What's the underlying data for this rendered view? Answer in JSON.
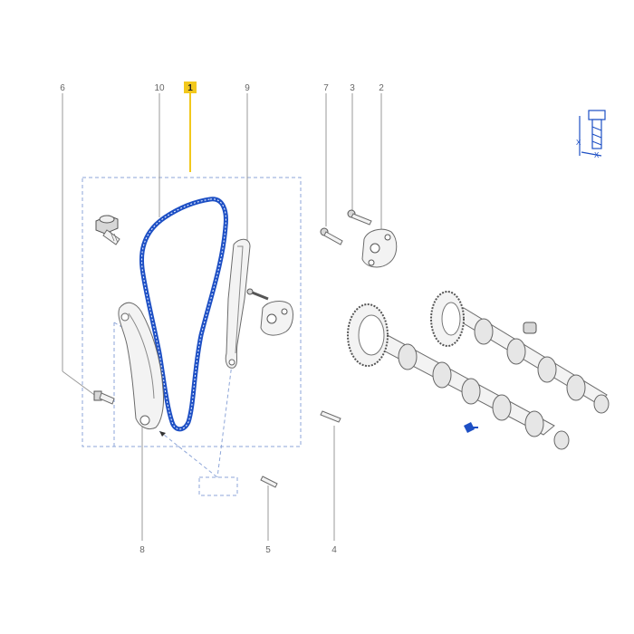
{
  "diagram": {
    "callouts": [
      {
        "id": "c1",
        "label": "1",
        "highlighted": true
      },
      {
        "id": "c2",
        "label": "2",
        "highlighted": false
      },
      {
        "id": "c3",
        "label": "3",
        "highlighted": false
      },
      {
        "id": "c4",
        "label": "4",
        "highlighted": false
      },
      {
        "id": "c5",
        "label": "5",
        "highlighted": false
      },
      {
        "id": "c6",
        "label": "6",
        "highlighted": false
      },
      {
        "id": "c7",
        "label": "7",
        "highlighted": false
      },
      {
        "id": "c8",
        "label": "8",
        "highlighted": false
      },
      {
        "id": "c9",
        "label": "9",
        "highlighted": false
      },
      {
        "id": "c10",
        "label": "10",
        "highlighted": false
      }
    ],
    "icon_labels": {
      "x1": "X",
      "x2": "X"
    },
    "colors": {
      "highlight": "#f2c81c",
      "chain": "#1d4fc4",
      "kit_box": "#8ea6d8"
    },
    "icons": [
      "bolt-torque-icon",
      "lubricate-icon"
    ]
  }
}
